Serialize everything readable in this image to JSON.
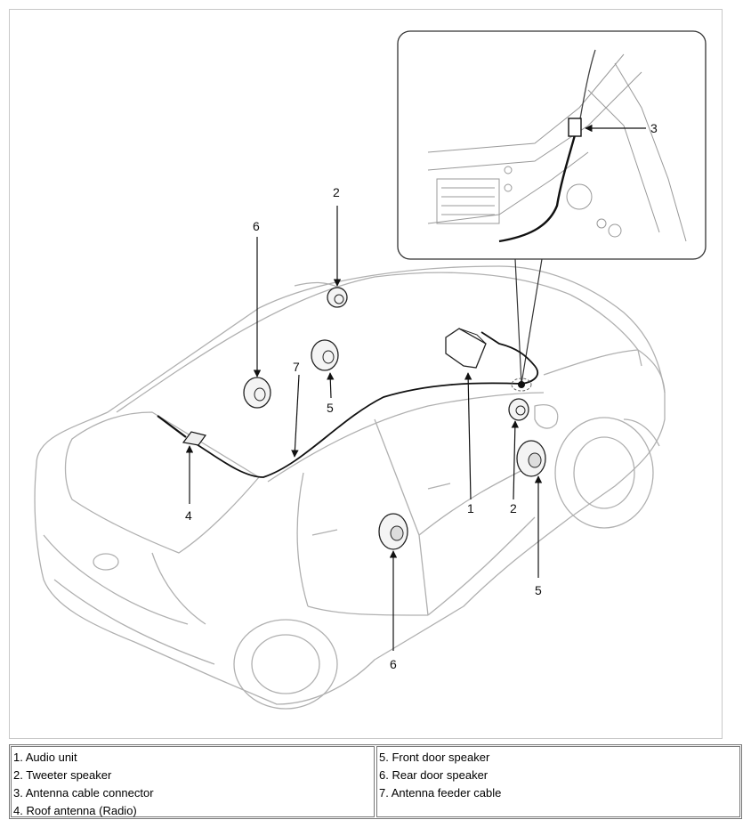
{
  "callouts": {
    "c1": "1",
    "c2a": "2",
    "c2b": "2",
    "c3": "3",
    "c4": "4",
    "c5a": "5",
    "c5b": "5",
    "c6a": "6",
    "c6b": "6",
    "c7": "7"
  },
  "legend": {
    "left": [
      "1. Audio unit",
      "2. Tweeter speaker",
      "3. Antenna cable connector",
      "4. Roof antenna (Radio)"
    ],
    "right": [
      "5. Front door speaker",
      "6. Rear door speaker",
      "7. Antenna feeder cable"
    ]
  }
}
